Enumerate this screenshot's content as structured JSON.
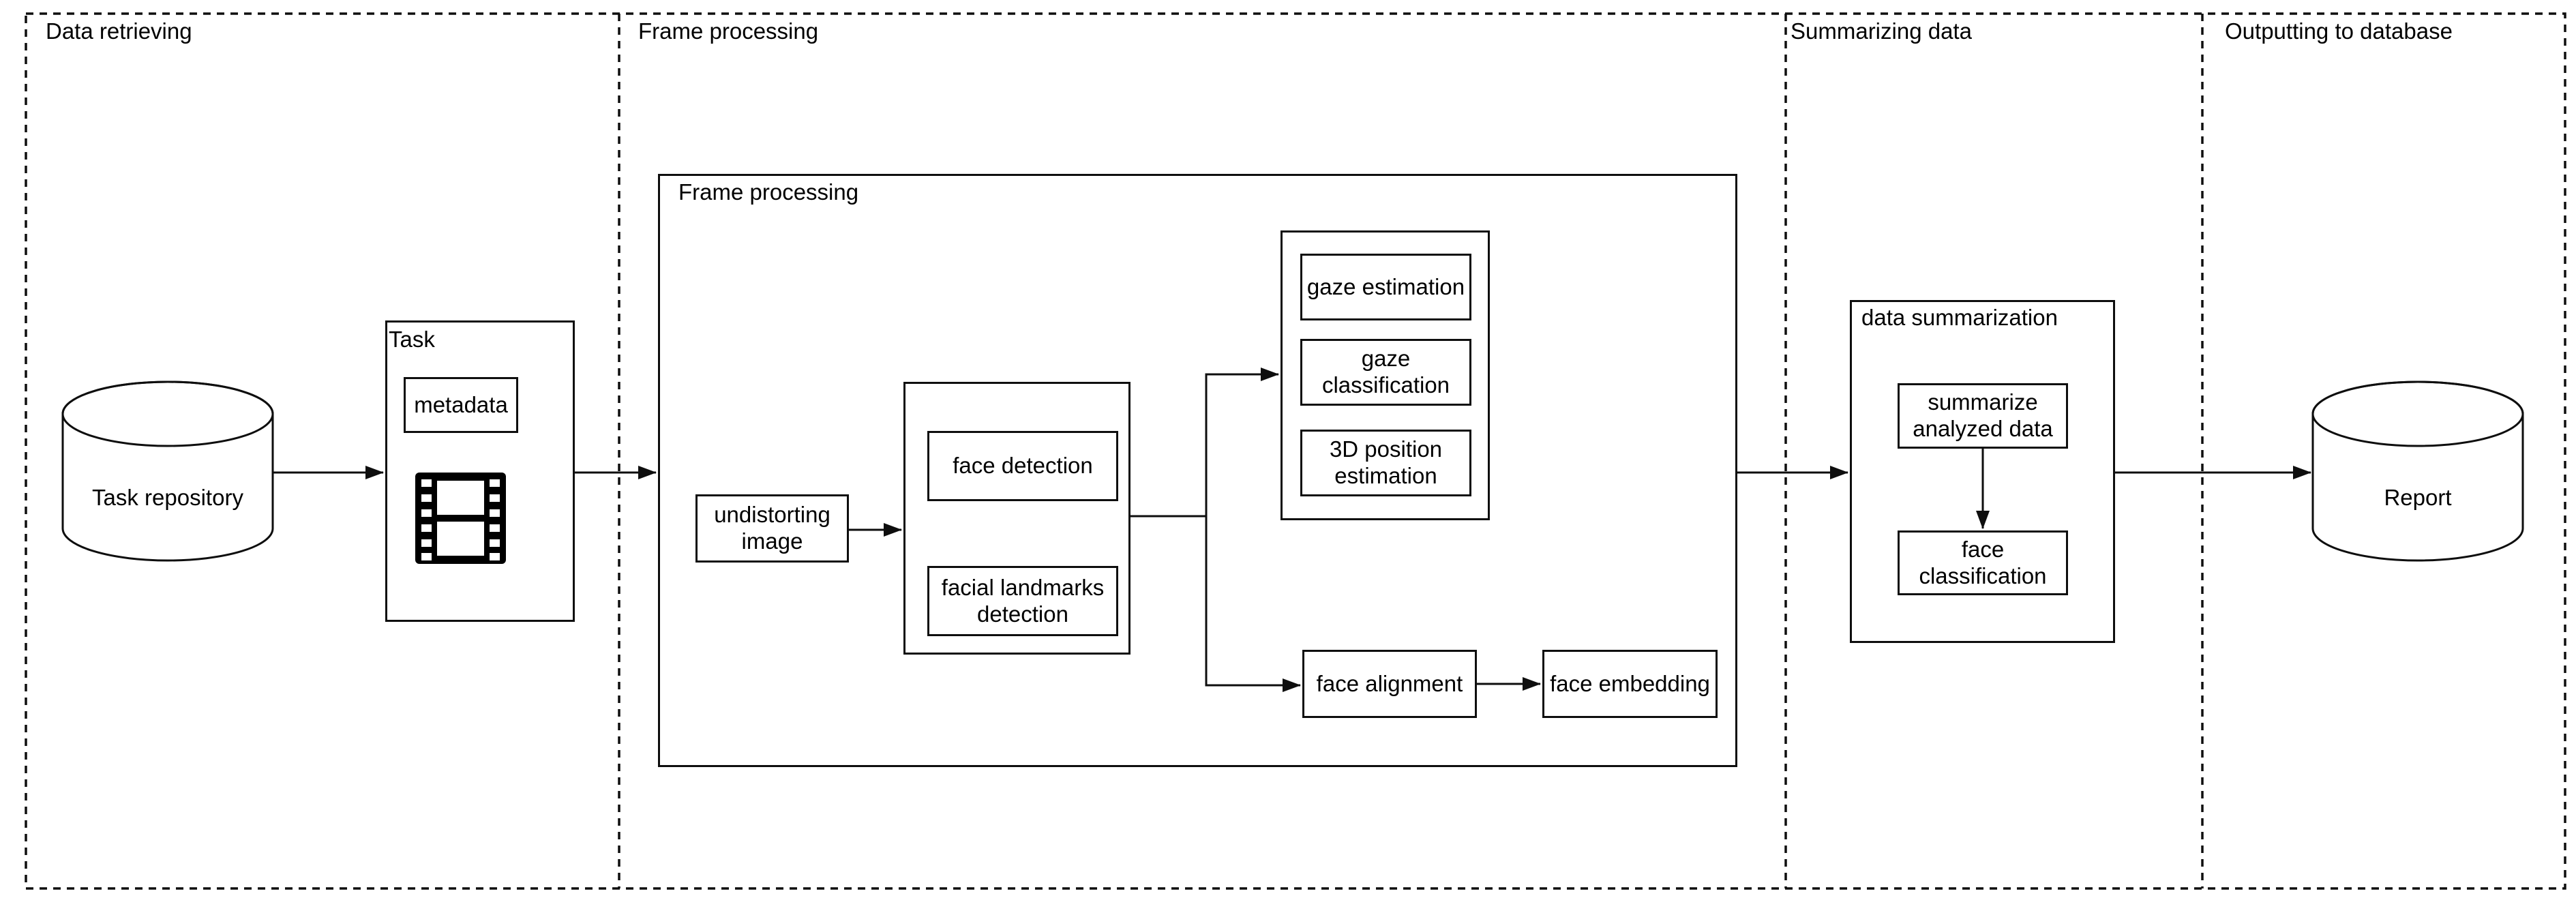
{
  "sections": {
    "data_retrieving": {
      "label": "Data retrieving"
    },
    "frame_processing": {
      "label": "Frame processing"
    },
    "summarizing_data": {
      "label": "Summarizing data"
    },
    "outputting_to_database": {
      "label": "Outputting to database"
    }
  },
  "nodes": {
    "task_repository": {
      "label": "Task repository",
      "shape": "cylinder"
    },
    "task": {
      "label": "Task",
      "shape": "group-box"
    },
    "metadata": {
      "label": "metadata",
      "shape": "box"
    },
    "video": {
      "icon": "film-strip-icon"
    },
    "frame_processing_group": {
      "label": "Frame processing",
      "shape": "group-box"
    },
    "undistorting_image": {
      "label": "undistorting image",
      "shape": "box"
    },
    "face_detection": {
      "label": "face detection",
      "shape": "box"
    },
    "facial_landmarks_detection": {
      "label": "facial landmarks detection",
      "shape": "box"
    },
    "gaze_estimation": {
      "label": "gaze estimation",
      "shape": "box"
    },
    "gaze_classification": {
      "label": "gaze classification",
      "shape": "box"
    },
    "position_estimation_3d": {
      "label": "3D position estimation",
      "shape": "box"
    },
    "face_alignment": {
      "label": "face alignment",
      "shape": "box"
    },
    "face_embedding": {
      "label": "face embedding",
      "shape": "box"
    },
    "data_summarization": {
      "label": "data summarization",
      "shape": "group-box"
    },
    "summarize_analyzed_data": {
      "label": "summarize analyzed data",
      "shape": "box"
    },
    "face_classification": {
      "label": "face classification",
      "shape": "box"
    },
    "report": {
      "label": "Report",
      "shape": "cylinder"
    }
  },
  "colors": {
    "stroke": "#000000",
    "background": "#ffffff"
  }
}
